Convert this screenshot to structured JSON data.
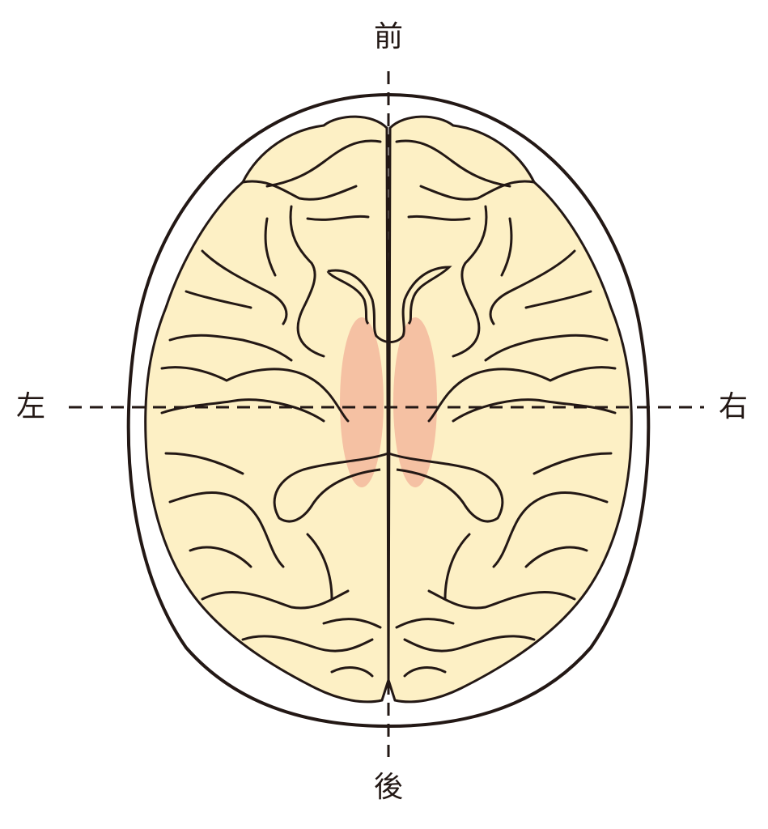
{
  "labels": {
    "front": "前",
    "back": "後",
    "left": "左",
    "right": "右"
  },
  "colors": {
    "brain_fill": "#fdf0c5",
    "outline": "#231815",
    "highlight": "#f3b89c",
    "skull_fill": "#ffffff"
  }
}
